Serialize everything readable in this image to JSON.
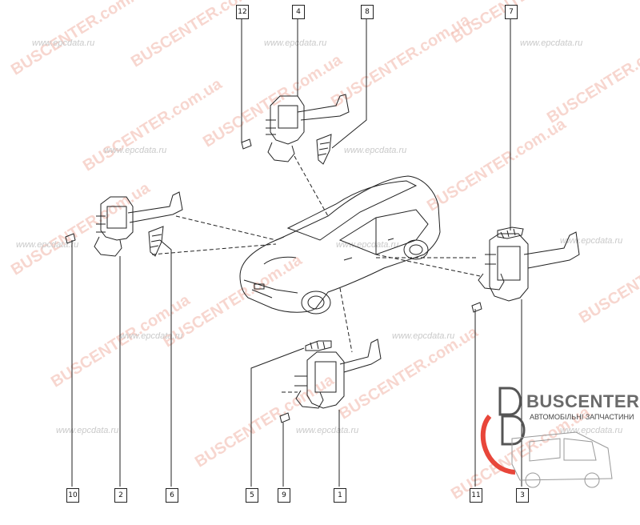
{
  "watermarks": {
    "site_a": "BUSCENTER.com.ua",
    "site_b": "www.epcdata.ru"
  },
  "callouts": [
    "12",
    "4",
    "8",
    "7",
    "10",
    "2",
    "6",
    "5",
    "9",
    "1",
    "11",
    "3"
  ],
  "logo": {
    "name": "BUSCENTER",
    "tagline": "АВТОМОБІЛЬНІ ЗАПЧАСТИНИ",
    "accent_color": "#e8463a"
  },
  "colors": {
    "line": "#222222",
    "watermark_red": "#f1b6a8"
  }
}
